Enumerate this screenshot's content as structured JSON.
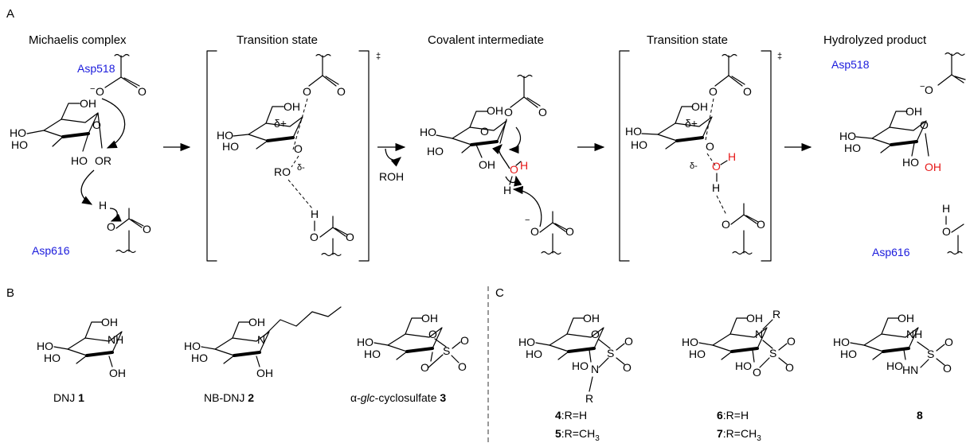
{
  "panels": {
    "a": "A",
    "b": "B",
    "c": "C"
  },
  "headers": {
    "michaelis": "Michaelis complex",
    "ts1": "Transition state",
    "covalent": "Covalent intermediate",
    "ts2": "Transition state",
    "product": "Hydrolyzed product"
  },
  "residues": {
    "asp518": "Asp518",
    "asp616": "Asp616"
  },
  "atoms": {
    "OH": "OH",
    "HO": "HO",
    "O": "O",
    "H": "H",
    "OR": "OR",
    "RO": "RO",
    "ROH": "ROH",
    "NH": "NH",
    "HN": "HN",
    "N": "N",
    "S": "S",
    "R": "R",
    "delta_plus": "δ+",
    "delta_minus": "δ-",
    "minus": "−",
    "dagger": "‡",
    "delta_minus_left": "δ-"
  },
  "colors": {
    "residue": "#1a1adc",
    "water": "#e61919"
  },
  "compounds": {
    "dnj": {
      "name": "DNJ ",
      "num": "1"
    },
    "nbdnj": {
      "name": "NB-DNJ ",
      "num": "2"
    },
    "cyclosulfate": {
      "prefix": "α-",
      "ital": "glc",
      "name": "-cyclosulfate ",
      "num": "3"
    },
    "c4": {
      "num": "4",
      "label": ":R=H"
    },
    "c5": {
      "num": "5",
      "label": ":R=CH",
      "sub": "3"
    },
    "c6": {
      "num": "6",
      "label": ":R=H"
    },
    "c7": {
      "num": "7",
      "label": ":R=CH",
      "sub": "3"
    },
    "c8": {
      "num": "8"
    }
  }
}
